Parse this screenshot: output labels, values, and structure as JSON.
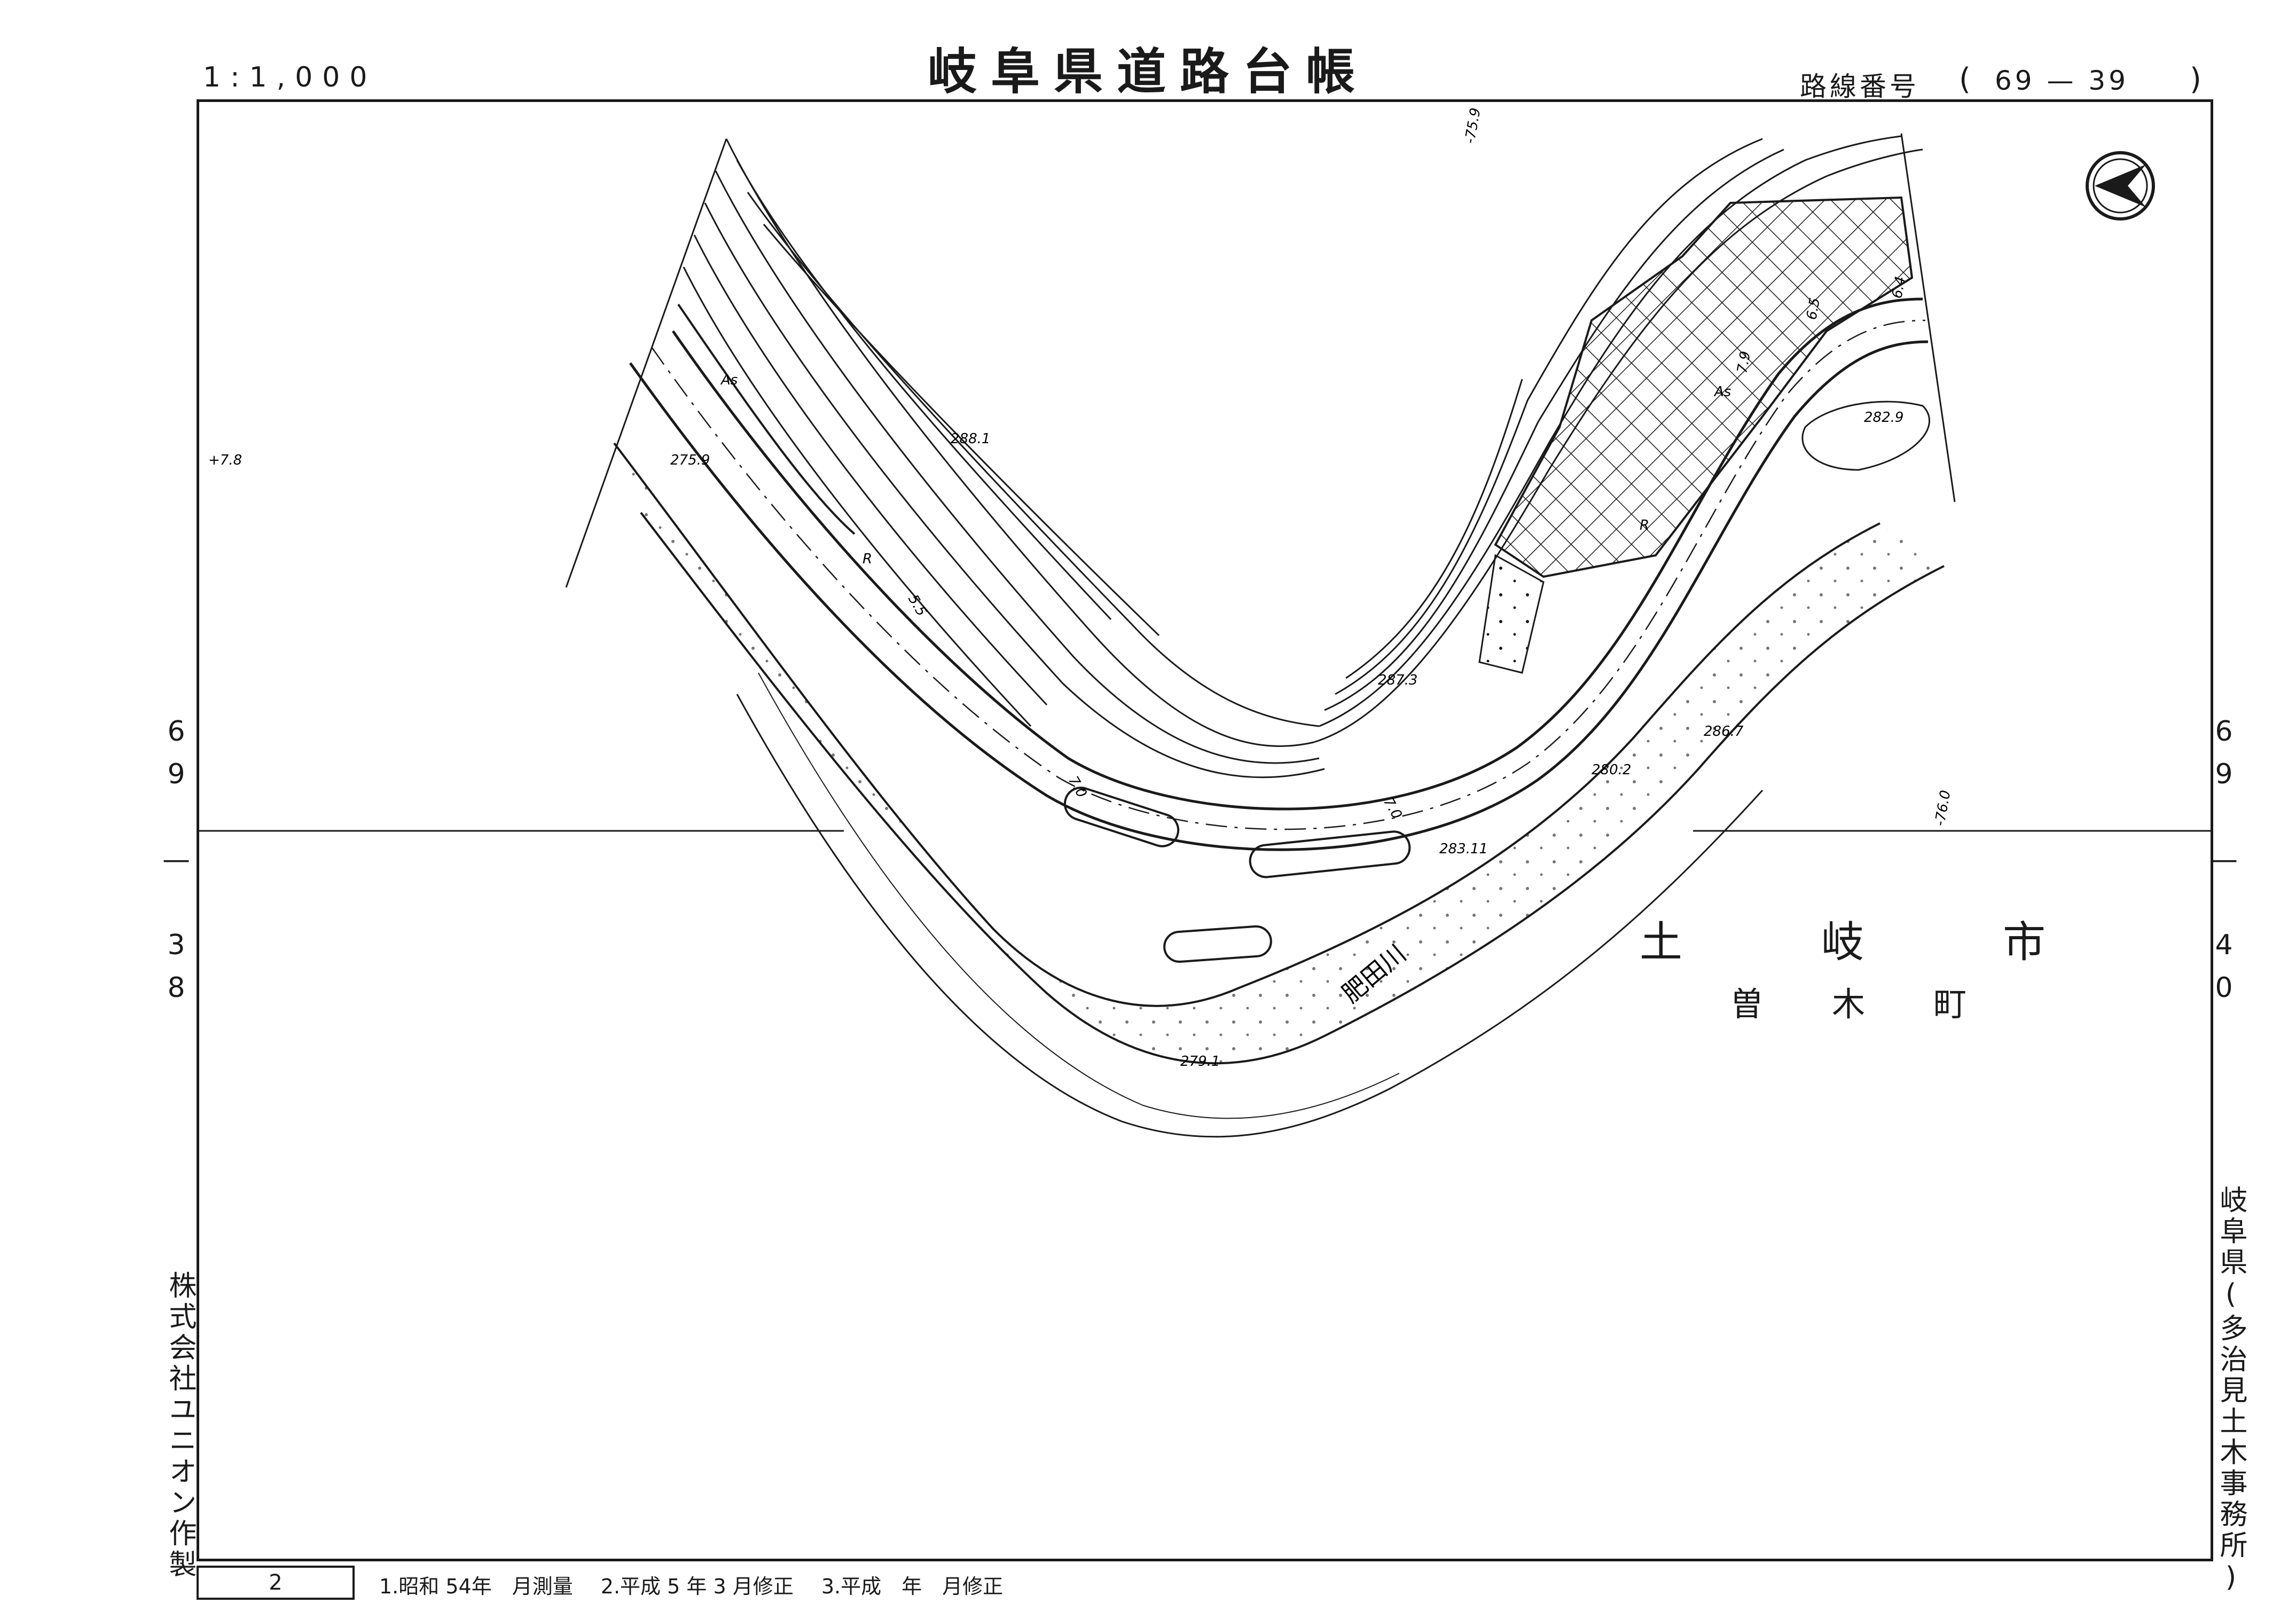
{
  "header": {
    "title": "岐阜県道路台帳",
    "scale": "1:1,000",
    "route_label": "路線番号",
    "route_number": "69 — 39"
  },
  "adjacent": {
    "left": "69 — 38",
    "right": "69 — 40"
  },
  "side": {
    "maker": "株式会社ユニオン作製",
    "office": "岐阜県(多治見土木事務所)"
  },
  "place": {
    "city": [
      "土",
      "岐",
      "市"
    ],
    "town": [
      "曽",
      "木",
      "町"
    ]
  },
  "river_name": "肥田川",
  "elevations": {
    "e1": "288.1",
    "e2": "275.9",
    "e3": "287.3",
    "e4": "283.11",
    "e5": "280.2",
    "e6": "286.7",
    "e7": "282.9",
    "e8": "279.1"
  },
  "markers": {
    "m1": "-75.9",
    "m2": "+7.8",
    "m3": "-76.0"
  },
  "road_labels": {
    "as1": "As",
    "as2": "As",
    "r1": "R",
    "r2": "R",
    "w1": "5.5",
    "w2": "7.0",
    "w3": "7.0",
    "w4": "6.5",
    "w5": "6.4",
    "w6": "7.9"
  },
  "footer": {
    "sheet_no": "2",
    "history": [
      "1.昭和 54年　月測量",
      "2.平成 5 年 3 月修正",
      "3.平成　年　月修正"
    ]
  },
  "colors": {
    "ink": "#1a1a1a",
    "paper": "#ffffff"
  },
  "icons": {
    "north": "north-arrow-icon"
  }
}
